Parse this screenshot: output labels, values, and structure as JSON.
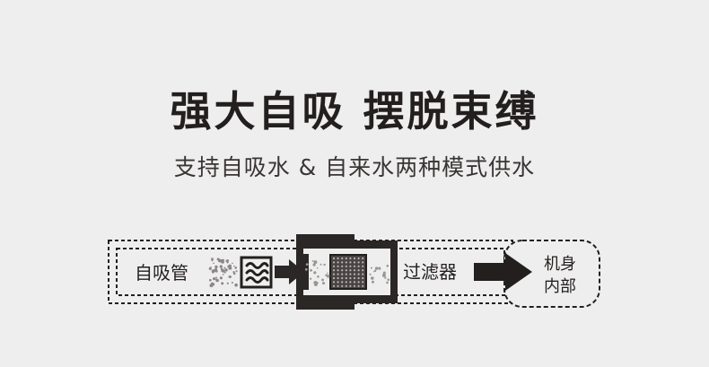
{
  "headline": "强大自吸 摆脱束缚",
  "subline": "支持自吸水 & 自来水两种模式供水",
  "diagram": {
    "inlet_label": "自吸管",
    "filter_label": "过滤器",
    "body_label_line1": "机身",
    "body_label_line2": "内部"
  }
}
